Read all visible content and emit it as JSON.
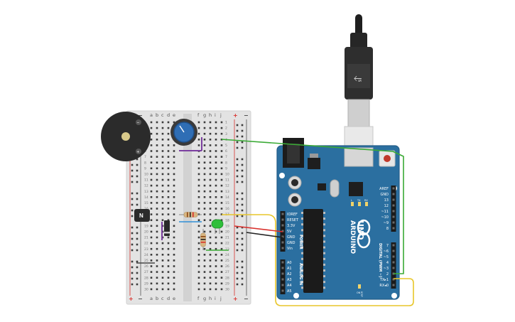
{
  "breadboard": {
    "columns_left": [
      "a",
      "b",
      "c",
      "d",
      "e"
    ],
    "columns_right": [
      "f",
      "g",
      "h",
      "i",
      "j"
    ],
    "row_numbers": [
      "1",
      "2",
      "3",
      "4",
      "5",
      "6",
      "7",
      "8",
      "9",
      "10",
      "11",
      "12",
      "13",
      "14",
      "15",
      "16",
      "17",
      "18",
      "19",
      "20",
      "21",
      "22",
      "23",
      "24",
      "25",
      "26",
      "27",
      "28",
      "29",
      "30"
    ],
    "rail_plus": "+",
    "rail_minus": "−"
  },
  "piezo": {
    "minus_label": "−",
    "plus_label": "+"
  },
  "transistor": {
    "label": "N"
  },
  "arduino": {
    "brand": "ARDUINO",
    "model": "UNO",
    "tm": "TM",
    "on_label": "ON",
    "icsp_label": "ICSP",
    "power_header_label": "POWER",
    "analog_header_label": "ANALOG IN",
    "digital_header_label": "DIGITAL (PWM ~)",
    "led_labels": [
      "L",
      "TX",
      "RX"
    ],
    "power_pins": [
      "IOREF",
      "RESET",
      "3.3V",
      "5V",
      "GND",
      "GND",
      "Vin"
    ],
    "analog_pins": [
      "A0",
      "A1",
      "A2",
      "A3",
      "A4",
      "A5"
    ],
    "digital_pins_top": [
      "AREF",
      "GND",
      "13",
      "12",
      "~11",
      "~10",
      "~9",
      "8"
    ],
    "digital_pins_bottom": [
      "7",
      "~6",
      "~5",
      "4",
      "~3",
      "2",
      "TX▸1",
      "RX◂0"
    ]
  },
  "colors": {
    "arduino_blue": "#2b6fa0",
    "wire_green": "#3aaa35",
    "wire_yellow": "#e8c62a",
    "wire_red": "#d9302c",
    "wire_black": "#222222",
    "breadboard": "#e4e4e4",
    "potentiometer": "#2f6eb5",
    "led": "#2fbf3a"
  }
}
